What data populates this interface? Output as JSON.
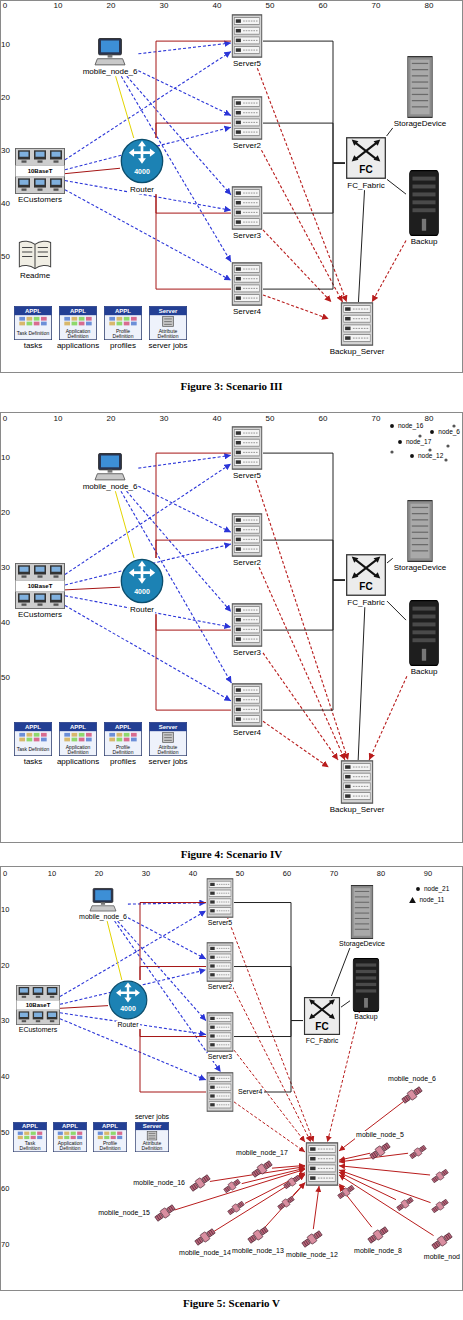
{
  "diagram": {
    "nodes": [
      {
        "text": [
          "mobile_node_6"
        ]
      },
      {
        "text": [
          "Server5"
        ]
      },
      {
        "text": [
          "Server2"
        ]
      },
      {
        "text": [
          "10BaseT",
          "ECustomers"
        ]
      },
      {
        "text": [
          "4000",
          "Router"
        ]
      },
      {
        "text": [
          "Server3"
        ]
      },
      {
        "text": [
          "Server4"
        ]
      },
      {
        "text": [
          "FC",
          "FC_Fabric"
        ]
      },
      {
        "text": [
          "StorageDevice"
        ]
      },
      {
        "text": [
          "Backup"
        ]
      },
      {
        "text": [
          "Backup_Server"
        ]
      },
      {
        "text": [
          "Readme"
        ]
      },
      {
        "text": [
          "APPL",
          "Task Definition",
          "tasks"
        ]
      },
      {
        "text": [
          "APPL",
          "Application Definition",
          "applications"
        ]
      },
      {
        "text": [
          "APPL",
          "Profile Definition",
          "profiles"
        ]
      },
      {
        "text": [
          "Server",
          "Attribute Definition",
          "server jobs"
        ]
      },
      {
        "text": [
          "mobile_node_6"
        ]
      },
      {
        "text": [
          "Server5"
        ]
      },
      {
        "text": [
          "Server2"
        ]
      },
      {
        "text": [
          "10BaseT",
          "ECustomers"
        ]
      },
      {
        "text": [
          "4000",
          "Router"
        ]
      },
      {
        "text": [
          "Server3"
        ]
      },
      {
        "text": [
          "Server4"
        ]
      },
      {
        "text": [
          "FC",
          "FC_Fabric"
        ]
      },
      {
        "text": [
          "StorageDevice"
        ]
      },
      {
        "text": [
          "Backup"
        ]
      },
      {
        "text": [
          "Backup_Server"
        ]
      },
      {
        "text": [
          "APPL",
          "Task Definition",
          "tasks"
        ]
      },
      {
        "text": [
          "APPL",
          "Application Definition",
          "applications"
        ]
      },
      {
        "text": [
          "APPL",
          "Profile Definition",
          "profiles"
        ]
      },
      {
        "text": [
          "Server",
          "Attribute Definition",
          "server jobs"
        ]
      },
      {
        "text": [
          "node_16"
        ]
      },
      {
        "text": [
          "node_6"
        ]
      },
      {
        "text": [
          "node_17"
        ]
      },
      {
        "text": [
          "node_12"
        ]
      },
      {
        "text": [
          "mobile_node_6"
        ]
      },
      {
        "text": [
          "Server5"
        ]
      },
      {
        "text": [
          "Server2"
        ]
      },
      {
        "text": [
          "10BaseT",
          "ECustomers"
        ]
      },
      {
        "text": [
          "4000",
          "Router"
        ]
      },
      {
        "text": [
          "Server3"
        ]
      },
      {
        "text": [
          "Server4"
        ]
      },
      {
        "text": [
          "FC",
          "FC_Fabric"
        ]
      },
      {
        "text": [
          "StorageDevice"
        ]
      },
      {
        "text": [
          "Backup"
        ]
      },
      {
        "text": [
          "APPL",
          "Task Definition"
        ]
      },
      {
        "text": [
          "APPL",
          "Application Definition"
        ]
      },
      {
        "text": [
          "APPL",
          "Profile Definition"
        ]
      },
      {
        "text": [
          "Server",
          "Attribute Definition",
          "server jobs"
        ]
      },
      {
        "text": [
          "node_21"
        ]
      },
      {
        "text": [
          "node_11"
        ]
      },
      {
        "text": [
          "mobile_node_6"
        ]
      },
      {
        "text": [
          "mobile_node_17"
        ]
      },
      {
        "text": [
          "mobile_node_5"
        ]
      },
      {
        "text": [
          "mobile_node_16"
        ]
      },
      {
        "text": [
          "mobile_node_15"
        ]
      },
      {
        "text": [
          "mobile_node_14"
        ]
      },
      {
        "text": [
          "mobile_node_13"
        ]
      },
      {
        "text": [
          "mobile_node_12"
        ]
      },
      {
        "text": [
          "mobile_node_8"
        ]
      },
      {
        "text": [
          "mobile_nod"
        ]
      }
    ],
    "edges": [
      {
        "from": 0,
        "to": 1,
        "arrow": "to"
      },
      {
        "from": 0,
        "to": 2,
        "arrow": "to"
      },
      {
        "from": 0,
        "to": 5,
        "arrow": "to"
      },
      {
        "from": 0,
        "to": 6,
        "arrow": "to"
      },
      {
        "from": 3,
        "to": 1,
        "arrow": "to"
      },
      {
        "from": 3,
        "to": 2,
        "arrow": "to"
      },
      {
        "from": 3,
        "to": 5,
        "arrow": "to"
      },
      {
        "from": 3,
        "to": 6,
        "arrow": "to"
      },
      {
        "from": 0,
        "to": 4,
        "arrow": "none"
      },
      {
        "from": 3,
        "to": 4,
        "arrow": "none"
      },
      {
        "from": 4,
        "to": 1,
        "arrow": "none"
      },
      {
        "from": 4,
        "to": 2,
        "arrow": "none"
      },
      {
        "from": 4,
        "to": 5,
        "arrow": "none"
      },
      {
        "from": 4,
        "to": 6,
        "arrow": "none"
      },
      {
        "from": 1,
        "to": 10,
        "arrow": "to"
      },
      {
        "from": 2,
        "to": 10,
        "arrow": "to"
      },
      {
        "from": 5,
        "to": 10,
        "arrow": "to"
      },
      {
        "from": 6,
        "to": 10,
        "arrow": "to"
      },
      {
        "from": 1,
        "to": 7,
        "arrow": "none"
      },
      {
        "from": 2,
        "to": 7,
        "arrow": "none"
      },
      {
        "from": 5,
        "to": 7,
        "arrow": "none"
      },
      {
        "from": 6,
        "to": 7,
        "arrow": "none"
      },
      {
        "from": 7,
        "to": 8,
        "arrow": "none"
      },
      {
        "from": 7,
        "to": 9,
        "arrow": "none"
      },
      {
        "from": 7,
        "to": 10,
        "arrow": "none"
      },
      {
        "from": 9,
        "to": 10,
        "arrow": "to"
      },
      {
        "from": 16,
        "to": 17,
        "arrow": "to"
      },
      {
        "from": 16,
        "to": 18,
        "arrow": "to"
      },
      {
        "from": 16,
        "to": 21,
        "arrow": "to"
      },
      {
        "from": 16,
        "to": 22,
        "arrow": "to"
      },
      {
        "from": 19,
        "to": 17,
        "arrow": "to"
      },
      {
        "from": 19,
        "to": 18,
        "arrow": "to"
      },
      {
        "from": 19,
        "to": 21,
        "arrow": "to"
      },
      {
        "from": 19,
        "to": 22,
        "arrow": "to"
      },
      {
        "from": 16,
        "to": 20,
        "arrow": "none"
      },
      {
        "from": 19,
        "to": 20,
        "arrow": "none"
      },
      {
        "from": 20,
        "to": 17,
        "arrow": "none"
      },
      {
        "from": 20,
        "to": 18,
        "arrow": "none"
      },
      {
        "from": 20,
        "to": 21,
        "arrow": "none"
      },
      {
        "from": 20,
        "to": 22,
        "arrow": "none"
      },
      {
        "from": 17,
        "to": 26,
        "arrow": "to"
      },
      {
        "from": 18,
        "to": 26,
        "arrow": "to"
      },
      {
        "from": 21,
        "to": 26,
        "arrow": "to"
      },
      {
        "from": 22,
        "to": 26,
        "arrow": "to"
      },
      {
        "from": 17,
        "to": 23,
        "arrow": "none"
      },
      {
        "from": 18,
        "to": 23,
        "arrow": "none"
      },
      {
        "from": 21,
        "to": 23,
        "arrow": "none"
      },
      {
        "from": 22,
        "to": 23,
        "arrow": "none"
      },
      {
        "from": 23,
        "to": 24,
        "arrow": "none"
      },
      {
        "from": 23,
        "to": 25,
        "arrow": "none"
      },
      {
        "from": 23,
        "to": 26,
        "arrow": "none"
      },
      {
        "from": 25,
        "to": 26,
        "arrow": "to"
      },
      {
        "from": 35,
        "to": 36,
        "arrow": "to"
      },
      {
        "from": 35,
        "to": 37,
        "arrow": "to"
      },
      {
        "from": 35,
        "to": 40,
        "arrow": "to"
      },
      {
        "from": 35,
        "to": 41,
        "arrow": "to"
      },
      {
        "from": 38,
        "to": 36,
        "arrow": "to"
      },
      {
        "from": 38,
        "to": 37,
        "arrow": "to"
      },
      {
        "from": 38,
        "to": 40,
        "arrow": "to"
      },
      {
        "from": 38,
        "to": 41,
        "arrow": "to"
      },
      {
        "from": 35,
        "to": 39,
        "arrow": "none"
      },
      {
        "from": 38,
        "to": 39,
        "arrow": "none"
      },
      {
        "from": 39,
        "to": 36,
        "arrow": "none"
      },
      {
        "from": 39,
        "to": 37,
        "arrow": "none"
      },
      {
        "from": 39,
        "to": 40,
        "arrow": "none"
      },
      {
        "from": 39,
        "to": 41,
        "arrow": "none"
      },
      {
        "from": 36,
        "to": 42,
        "arrow": "none"
      },
      {
        "from": 37,
        "to": 42,
        "arrow": "none"
      },
      {
        "from": 40,
        "to": 42,
        "arrow": "none"
      },
      {
        "from": 41,
        "to": 42,
        "arrow": "none"
      },
      {
        "from": 42,
        "to": 43,
        "arrow": "none"
      },
      {
        "from": 42,
        "to": 44,
        "arrow": "none"
      }
    ],
    "labels": [
      "0",
      "10",
      "20",
      "30",
      "40",
      "50",
      "60",
      "70",
      "80",
      "10",
      "20",
      "30",
      "40",
      "50",
      "Figure 3: Scenario III",
      "0",
      "10",
      "20",
      "30",
      "40",
      "50",
      "60",
      "70",
      "80",
      "10",
      "20",
      "30",
      "40",
      "50",
      "Figure 4: Scenario IV",
      "0",
      "10",
      "20",
      "30",
      "40",
      "50",
      "60",
      "70",
      "80",
      "90",
      "10",
      "20",
      "30",
      "40",
      "50",
      "60",
      "70",
      "Figure 5: Scenario V"
    ]
  }
}
